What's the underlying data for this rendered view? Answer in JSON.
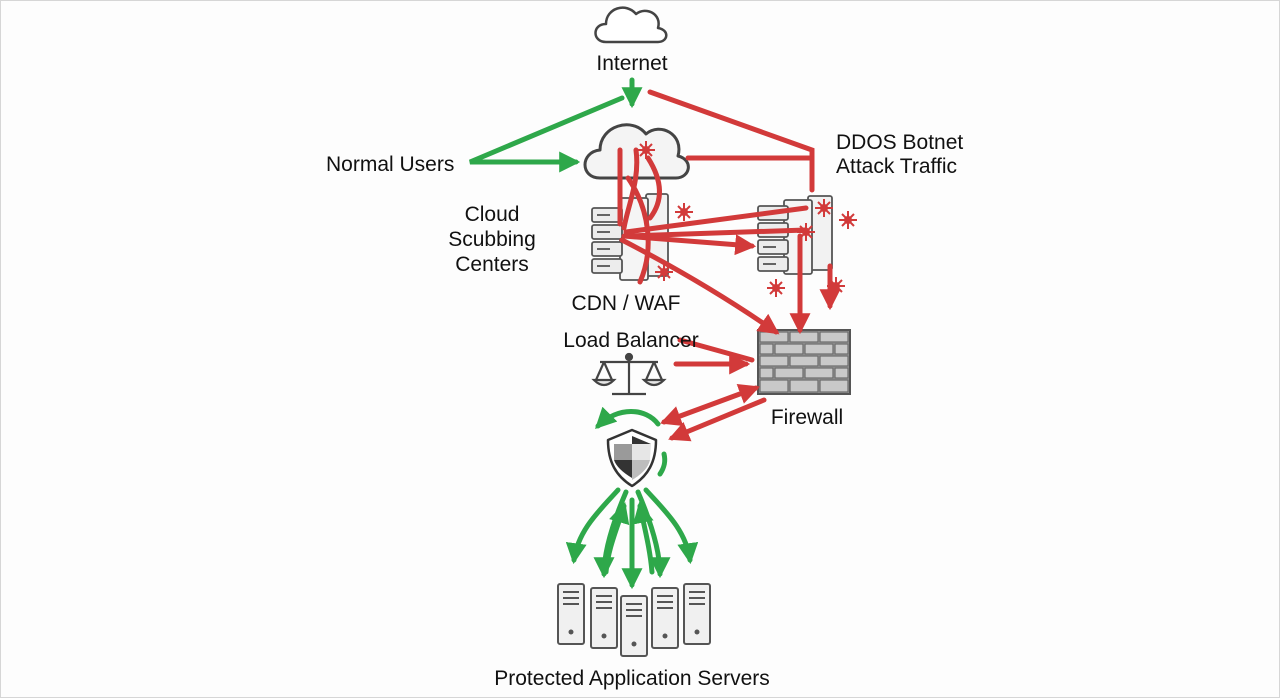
{
  "colors": {
    "normal": "#2ea84a",
    "attack": "#d23a3a",
    "icon_stroke": "#555555",
    "icon_fill": "#eeeeee",
    "wall_brick": "#bdbdbd"
  },
  "labels": {
    "internet": "Internet",
    "normal_users": "Normal Users",
    "ddos_line1": "DDOS Botnet",
    "ddos_line2": "Attack Traffic",
    "cloud_line1": "Cloud",
    "cloud_line2": "Scubbing",
    "cloud_line3": "Centers",
    "cdn_waf": "CDN / WAF",
    "load_balancer": "Load Balancer",
    "firewall": "Firewall",
    "servers": "Protected Application Servers"
  },
  "icons": {
    "internet": "cloud-icon",
    "scrubbing_cloud": "cloud-icon",
    "cdn_stack": "server-stack-icon",
    "botnet_stack": "server-stack-icon",
    "load_balancer": "scale-icon",
    "firewall": "brick-wall-icon",
    "shield": "shield-icon",
    "servers": "server-tower-icon"
  }
}
